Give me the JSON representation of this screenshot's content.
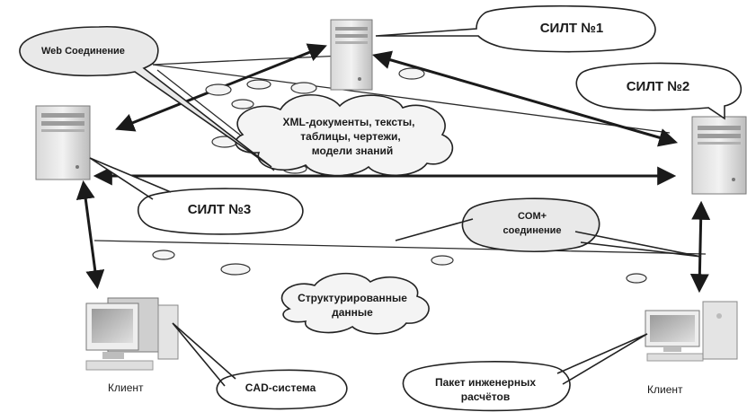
{
  "servers": [
    {
      "id": "silt1",
      "label": "СИЛТ №1"
    },
    {
      "id": "silt2",
      "label": "СИЛТ №2"
    },
    {
      "id": "silt3",
      "label": "СИЛТ №3"
    }
  ],
  "connections": {
    "web": "Web Соединение",
    "com_line1": "COM+",
    "com_line2": "соединение"
  },
  "clouds": {
    "documents_line1": "XML-документы, тексты,",
    "documents_line2": "таблицы, чертежи,",
    "documents_line3": "модели знаний",
    "structured_line1": "Структурированные",
    "structured_line2": "данные"
  },
  "clients": {
    "left_label": "Клиент",
    "right_label": "Клиент",
    "cad": "CAD-система",
    "calc_line1": "Пакет инженерных",
    "calc_line2": "расчётов"
  }
}
